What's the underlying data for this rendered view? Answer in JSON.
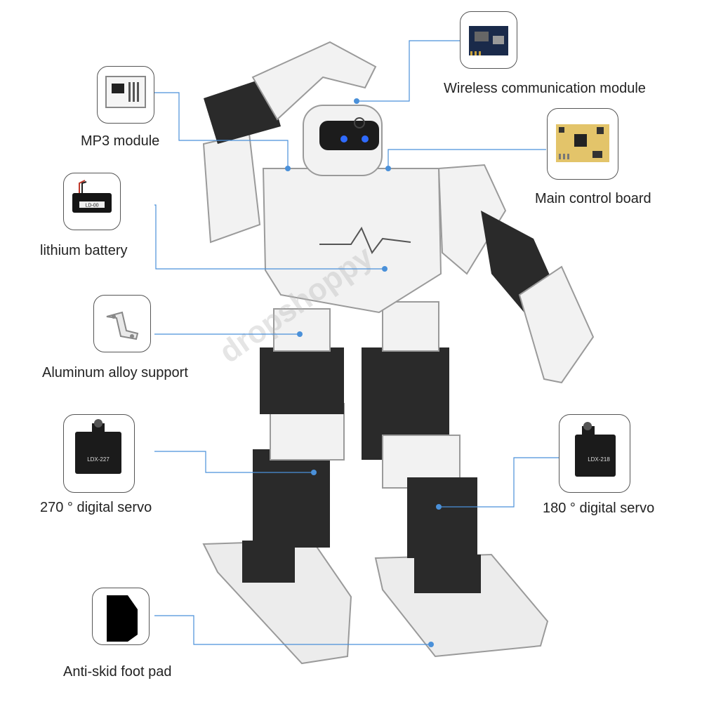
{
  "colors": {
    "callout_line": "#4a90d9",
    "callout_dot": "#4a90d9",
    "thumb_border": "#555555",
    "robot_white": "#f2f2f2",
    "robot_dark": "#2a2a2a",
    "eye_glow": "#2f6bff"
  },
  "watermark": "dropshoppy",
  "callouts": {
    "mp3": {
      "label": "MP3 module",
      "icon": "mp3-module-icon"
    },
    "battery": {
      "label": "lithium battery",
      "icon": "lithium-battery-icon",
      "sticker_text": "LD-00"
    },
    "support": {
      "label": "Aluminum alloy support",
      "icon": "aluminum-bracket-icon"
    },
    "servo270": {
      "label": "270 ° digital servo",
      "icon": "servo-icon",
      "model": "LDX-227"
    },
    "footpad": {
      "label": "Anti-skid foot pad",
      "icon": "foot-pad-icon"
    },
    "wireless": {
      "label": "Wireless communication module",
      "icon": "wireless-module-icon"
    },
    "board": {
      "label": "Main control board",
      "icon": "control-board-icon"
    },
    "servo180": {
      "label": "180 ° digital servo",
      "icon": "servo-icon",
      "model": "LDX-218"
    }
  }
}
